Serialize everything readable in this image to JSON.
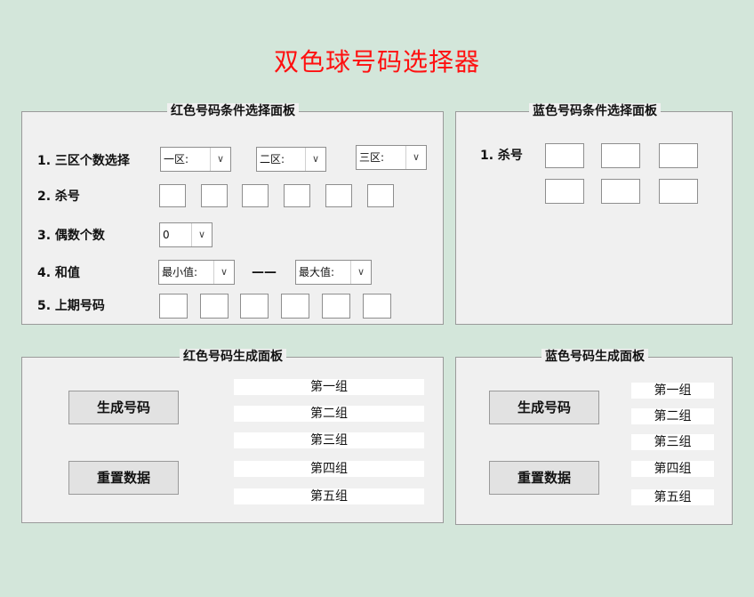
{
  "app": {
    "title": "双色球号码选择器"
  },
  "red_condition_panel": {
    "title": "红色号码条件选择面板",
    "row1": {
      "label": "1. 三区个数选择",
      "zone1": "一区:",
      "zone2": "二区:",
      "zone3": "三区:"
    },
    "row2": {
      "label": "2. 杀号"
    },
    "row3": {
      "label": "3. 偶数个数",
      "value": "0"
    },
    "row4": {
      "label": "4. 和值",
      "min": "最小值:",
      "dash": "——",
      "max": "最大值:"
    },
    "row5": {
      "label": "5. 上期号码"
    }
  },
  "blue_condition_panel": {
    "title": "蓝色号码条件选择面板",
    "row1": {
      "label": "1. 杀号"
    }
  },
  "red_gen_panel": {
    "title": "红色号码生成面板",
    "generate_label": "生成号码",
    "reset_label": "重置数据",
    "groups": [
      "第一组",
      "第二组",
      "第三组",
      "第四组",
      "第五组"
    ]
  },
  "blue_gen_panel": {
    "title": "蓝色号码生成面板",
    "generate_label": "生成号码",
    "reset_label": "重置数据",
    "groups": [
      "第一组",
      "第二组",
      "第三组",
      "第四组",
      "第五组"
    ]
  },
  "icons": {
    "dropdown": "chevron-down-icon"
  },
  "colors": {
    "background": "#d3e6da",
    "title": "#ff1010",
    "panel": "#f0f0f0"
  }
}
